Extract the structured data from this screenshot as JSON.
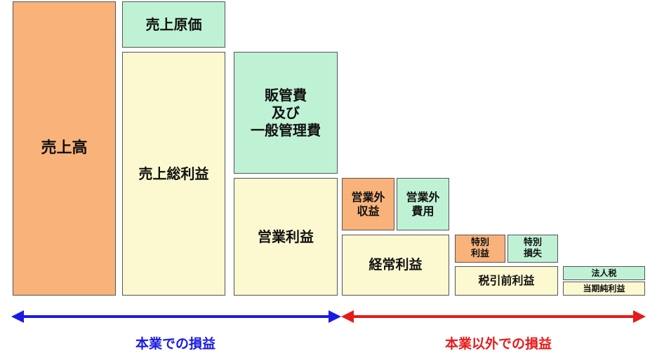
{
  "colors": {
    "orange": "#F8B27A",
    "green": "#BFF2D4",
    "yellow": "#FCF9D0",
    "blue": "#1A1AE6",
    "red": "#E61A1A"
  },
  "blocks": {
    "sales": "売上高",
    "cost_of_sales": "売上原価",
    "gross_profit": "売上総利益",
    "sga": "販管費\n及び\n一般管理費",
    "operating_income": "営業利益",
    "non_operating_income": "営業外\n収益",
    "non_operating_expenses": "営業外\n費用",
    "ordinary_income": "経常利益",
    "extraordinary_income": "特別\n利益",
    "extraordinary_loss": "特別\n損失",
    "pretax_income": "税引前利益",
    "corporate_tax": "法人税",
    "net_income": "当期純利益"
  },
  "sections": {
    "core": "本業での損益",
    "non_core": "本業以外での損益"
  }
}
